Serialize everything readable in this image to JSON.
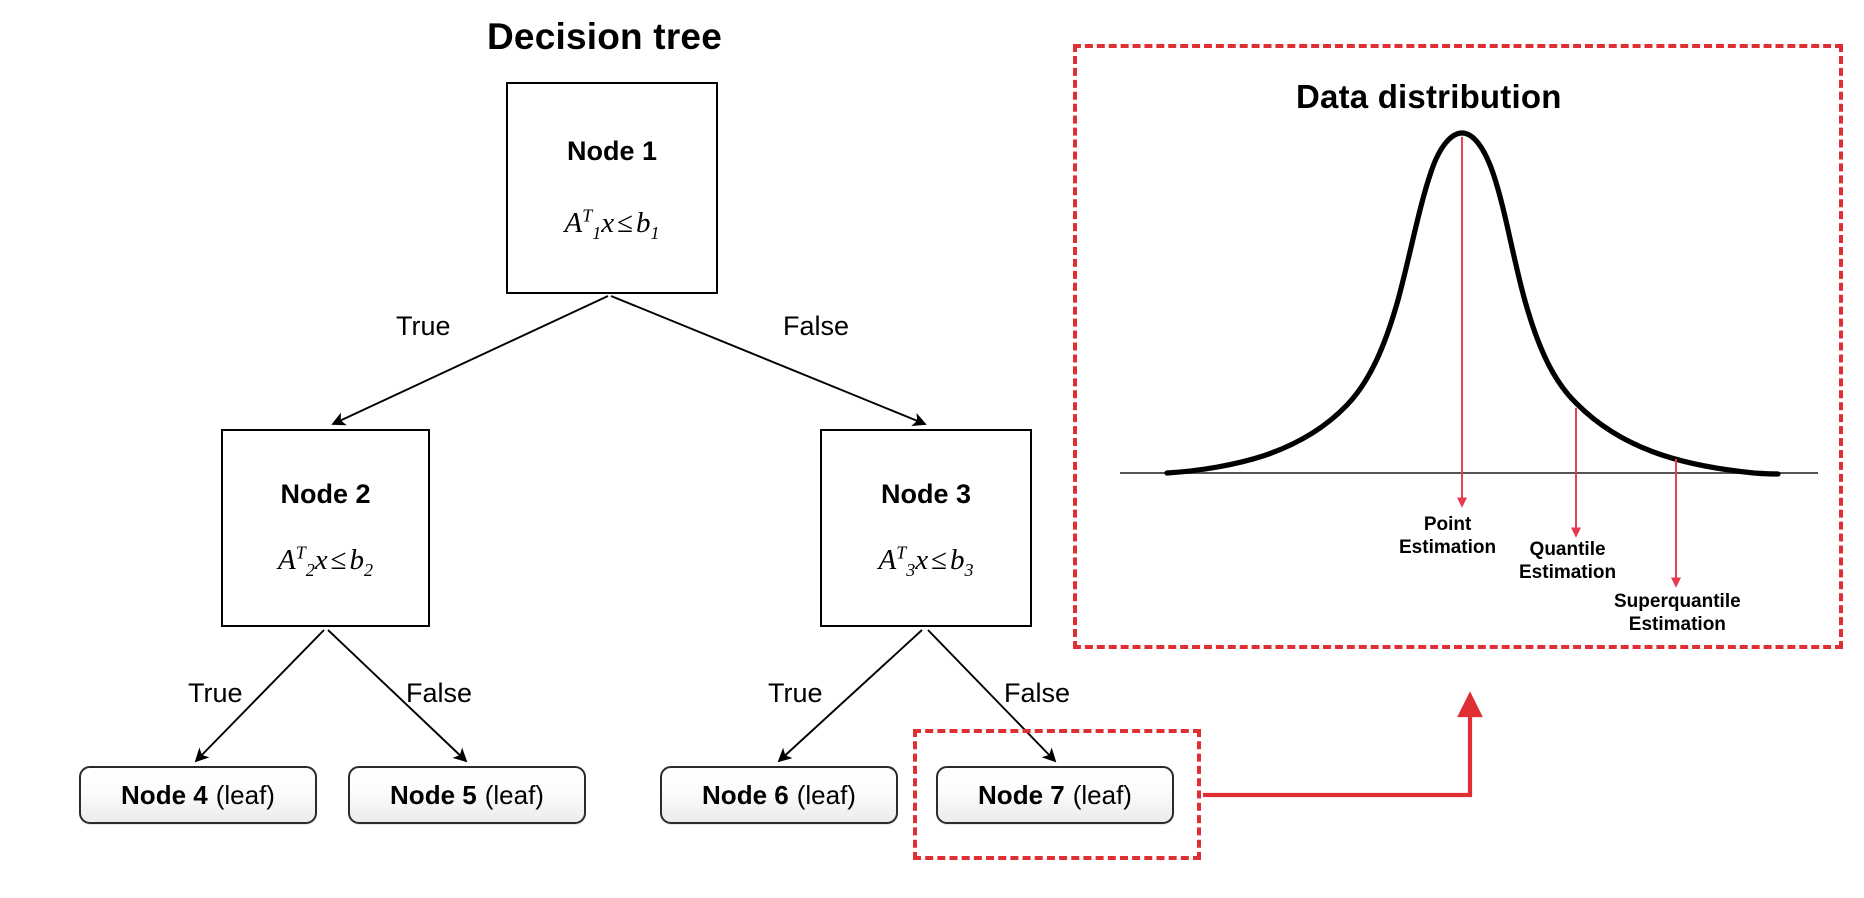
{
  "tree": {
    "title": "Decision tree",
    "decision_nodes": [
      {
        "id": "node1",
        "label": "Node 1",
        "formula": {
          "matrix": "A",
          "sup": "T",
          "sub": "1",
          "var": "x",
          "op": "≤",
          "rhs": "b",
          "rhs_sub": "1"
        }
      },
      {
        "id": "node2",
        "label": "Node 2",
        "formula": {
          "matrix": "A",
          "sup": "T",
          "sub": "2",
          "var": "x",
          "op": "≤",
          "rhs": "b",
          "rhs_sub": "2"
        }
      },
      {
        "id": "node3",
        "label": "Node 3",
        "formula": {
          "matrix": "A",
          "sup": "T",
          "sub": "3",
          "var": "x",
          "op": "≤",
          "rhs": "b",
          "rhs_sub": "3"
        }
      }
    ],
    "leaf_nodes": [
      {
        "id": "leaf4",
        "label": "Node 4",
        "suffix": "(leaf)"
      },
      {
        "id": "leaf5",
        "label": "Node 5",
        "suffix": "(leaf)"
      },
      {
        "id": "leaf6",
        "label": "Node 6",
        "suffix": "(leaf)"
      },
      {
        "id": "leaf7",
        "label": "Node 7",
        "suffix": "(leaf)"
      }
    ],
    "edge_labels": {
      "root_true": "True",
      "root_false": "False",
      "n2_true": "True",
      "n2_false": "False",
      "n3_true": "True",
      "n3_false": "False"
    }
  },
  "distribution_panel": {
    "title": "Data distribution",
    "annotations": [
      {
        "id": "point",
        "line1": "Point",
        "line2": "Estimation"
      },
      {
        "id": "quantile",
        "line1": "Quantile",
        "line2": "Estimation"
      },
      {
        "id": "superquantile",
        "line1": "Superquantile",
        "line2": "Estimation"
      }
    ]
  },
  "colors": {
    "highlight_red": "#df2f34",
    "marker_red": "#e8384f",
    "node_border": "#000000",
    "leaf_border": "#2b2b2b",
    "leaf_fill": "#ececec",
    "curve": "#000000"
  },
  "chart_data": {
    "type": "line",
    "title": "Data distribution",
    "xlabel": "",
    "ylabel": "",
    "grid": false,
    "legend": null,
    "description": "Unimodal heavy-tailed probability density curve drawn over a horizontal baseline axis, with three red vertical marker lines and downward arrows indicating point, quantile and superquantile estimates.",
    "x": [
      0.0,
      0.05,
      0.1,
      0.15,
      0.2,
      0.25,
      0.3,
      0.35,
      0.4,
      0.45,
      0.5,
      0.55,
      0.6,
      0.65,
      0.7,
      0.75,
      0.8,
      0.85,
      0.9,
      0.95,
      1.0
    ],
    "y": [
      0.01,
      0.02,
      0.03,
      0.05,
      0.08,
      0.14,
      0.27,
      0.52,
      0.83,
      0.99,
      0.93,
      0.66,
      0.44,
      0.31,
      0.23,
      0.18,
      0.14,
      0.11,
      0.08,
      0.05,
      0.02
    ],
    "markers": [
      {
        "name": "Point Estimation",
        "x": 0.455,
        "y_top": 1.0,
        "arrow": "down",
        "color": "#e8384f"
      },
      {
        "name": "Quantile Estimation",
        "x": 0.615,
        "y_top": 0.42,
        "arrow": "down",
        "color": "#e8384f"
      },
      {
        "name": "Superquantile Estimation",
        "x": 0.755,
        "y_top": 0.17,
        "arrow": "down",
        "color": "#e8384f"
      }
    ]
  }
}
